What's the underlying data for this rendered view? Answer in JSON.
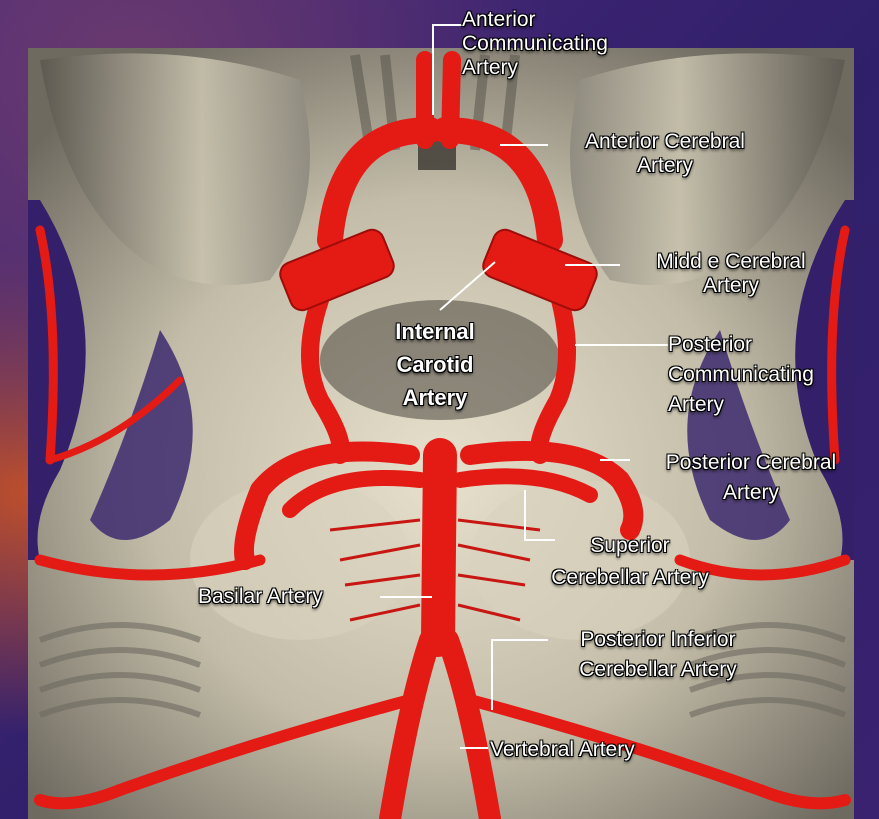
{
  "labels": {
    "anterior_communicating": [
      "Anterior",
      "Communicating",
      "Artery"
    ],
    "anterior_cerebral": [
      "Anterior Cerebral",
      "Artery"
    ],
    "middle_cerebral": [
      "Midd e Cerebral",
      "Artery"
    ],
    "internal_carotid": [
      "Internal",
      "Carotid",
      "Artery"
    ],
    "posterior_communicating": [
      "Posterior",
      "Communicating",
      "Artery"
    ],
    "posterior_cerebral": [
      "Posterior Cerebral",
      "Artery"
    ],
    "superior_cerebellar": [
      "Superior",
      "Cerebellar Artery"
    ],
    "basilar": "Basilar Artery",
    "posterior_inferior_cerebellar": [
      "Posterior Inferior",
      "Cerebellar Artery"
    ],
    "vertebral": "Vertebral Artery"
  },
  "colors": {
    "artery": "#e41a14",
    "artery_dark": "#9e0d0a",
    "tissue": "#c9c3b0",
    "background": "#3b2470"
  }
}
